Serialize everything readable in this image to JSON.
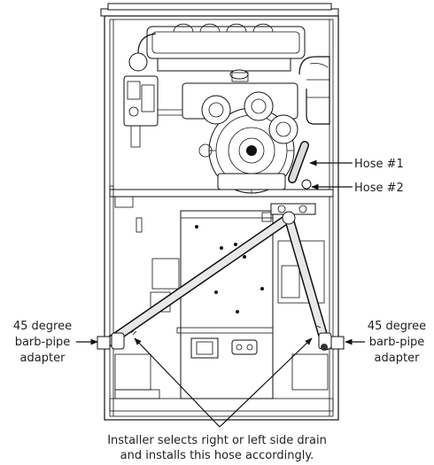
{
  "callouts": {
    "hose1": "Hose #1",
    "hose2": "Hose #2",
    "left_adapter": [
      "45 degree",
      "barb-pipe",
      "adapter"
    ],
    "right_adapter": [
      "45 degree",
      "barb-pipe",
      "adapter"
    ]
  },
  "caption": {
    "line1": "Installer selects right or left side drain",
    "line2": "and installs this hose accordingly."
  }
}
